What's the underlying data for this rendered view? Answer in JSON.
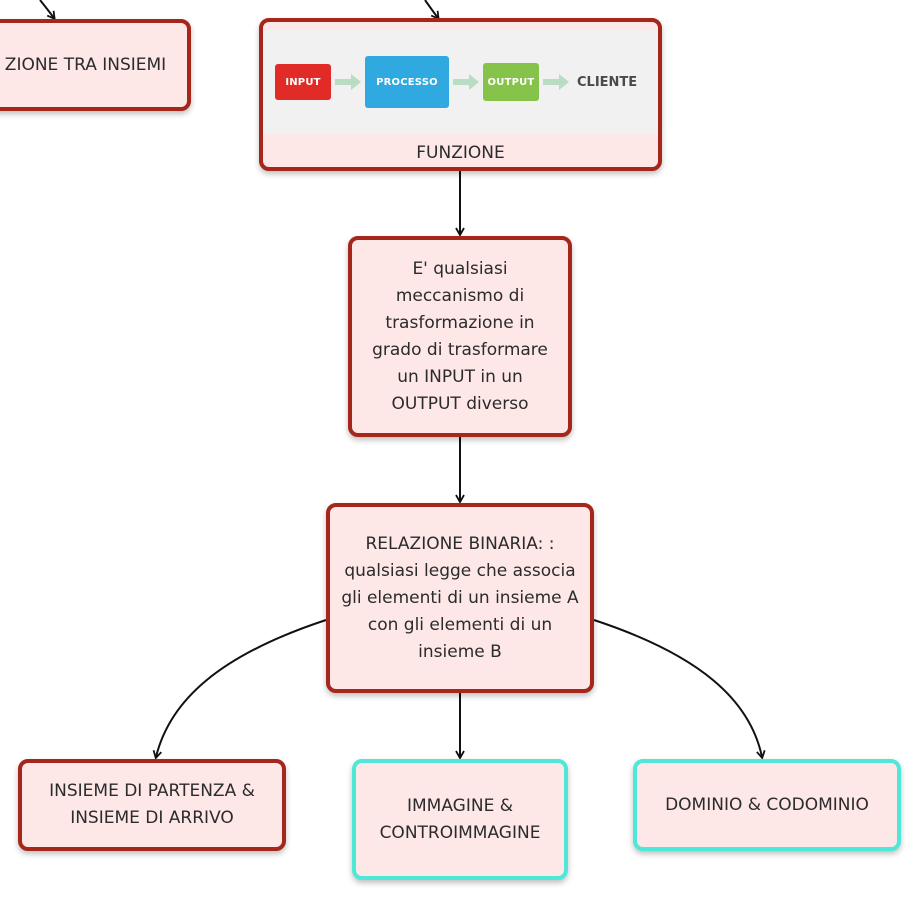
{
  "nodes": {
    "rel_insiemi": "ZIONE TRA INSIEMI",
    "funzione": {
      "label": "FUNZIONE",
      "image_steps": {
        "input": "INPUT",
        "processo": "PROCESSO",
        "output": "OUTPUT",
        "cliente": "CLIENTE"
      }
    },
    "definizione": "E' qualsiasi\nmeccanismo di\ntrasformazione in\ngrado di trasformare\nun INPUT in un\nOUTPUT diverso",
    "relazione": "RELAZIONE BINARIA: :\nqualsiasi legge che associa\ngli elementi di un insieme A\ncon gli elementi di un\ninsieme B",
    "partenza": "INSIEME DI PARTENZA &\nINSIEME DI ARRIVO",
    "immagine": "IMMAGINE &\nCONTROIMMAGINE",
    "dominio": "DOMINIO & CODOMINIO"
  },
  "colors": {
    "node_border_red": "#a5261b",
    "node_border_teal": "#4de8d8",
    "node_fill": "#fde7e7",
    "chip_input": "#e02b26",
    "chip_processo": "#2fa9e0",
    "chip_output": "#86c34a",
    "arrow_green": "#b9ddc3"
  }
}
